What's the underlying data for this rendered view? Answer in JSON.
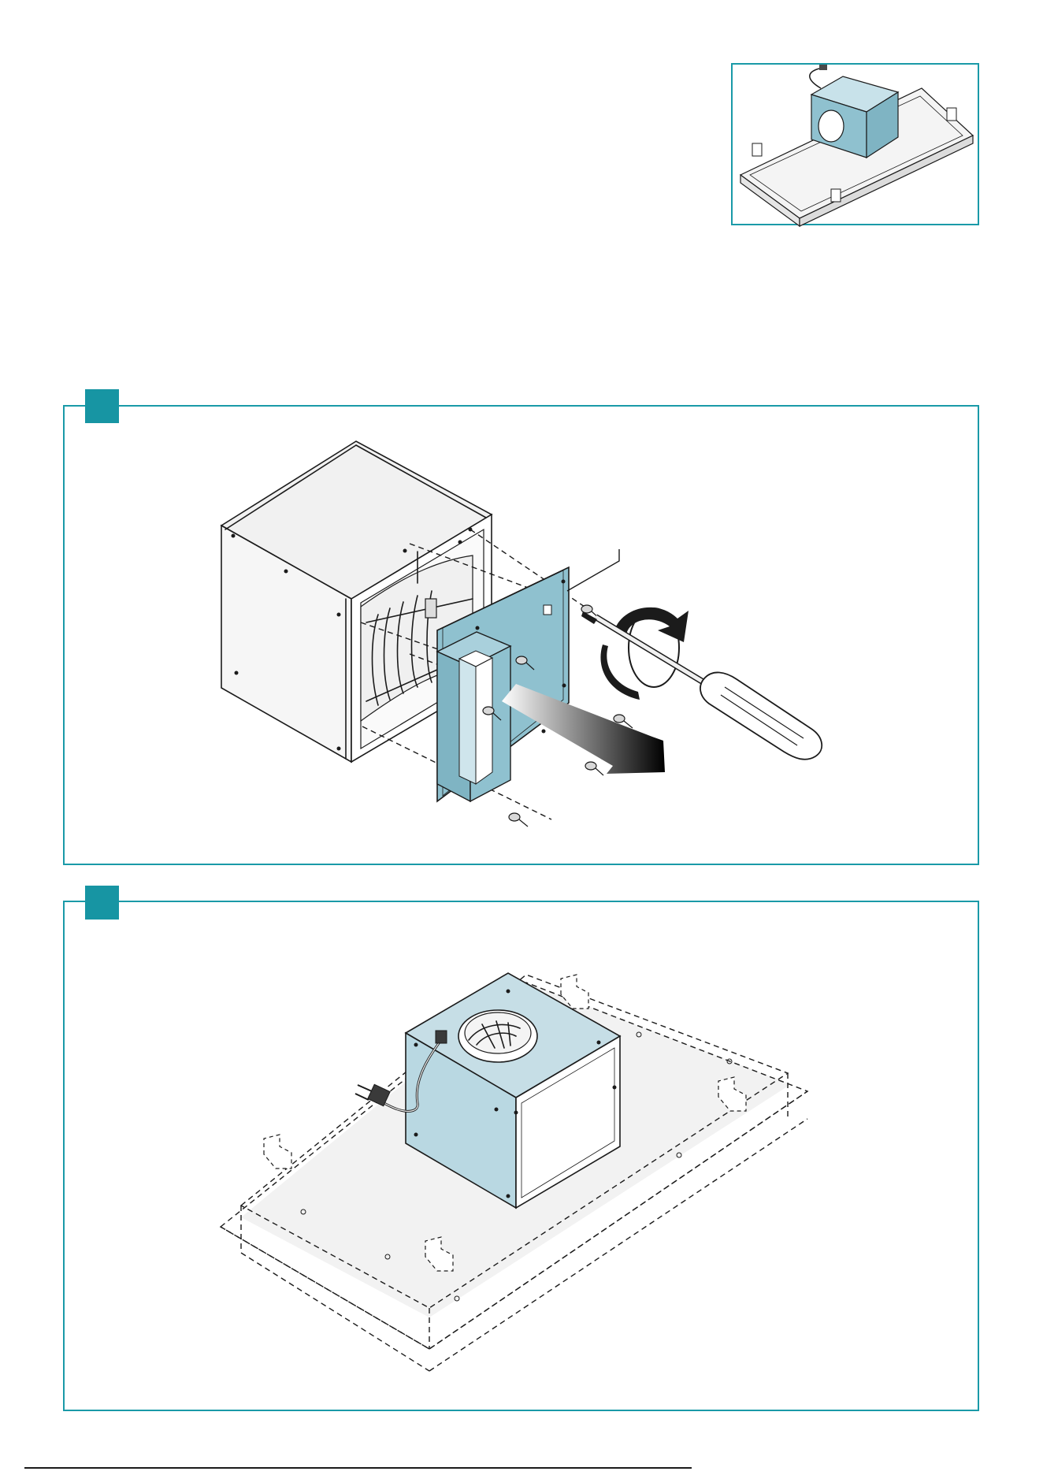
{
  "colors": {
    "accent": "#1795a3",
    "panel_border": "#1a9aa8",
    "part_fill": "#8fc1cf",
    "box_fill": "#b9d8e2",
    "line": "#1b1b1b",
    "paper": "#f2f2f2"
  },
  "steps": [
    {
      "id": "step-1",
      "marker_label": "",
      "illustration": "remove-outlet-flange-with-screwdriver"
    },
    {
      "id": "step-2",
      "marker_label": "",
      "illustration": "motor-unit-mounted-on-hood"
    }
  ],
  "overview": {
    "illustration": "motor-unit-on-hood-overview"
  },
  "footer": {
    "code": ""
  }
}
